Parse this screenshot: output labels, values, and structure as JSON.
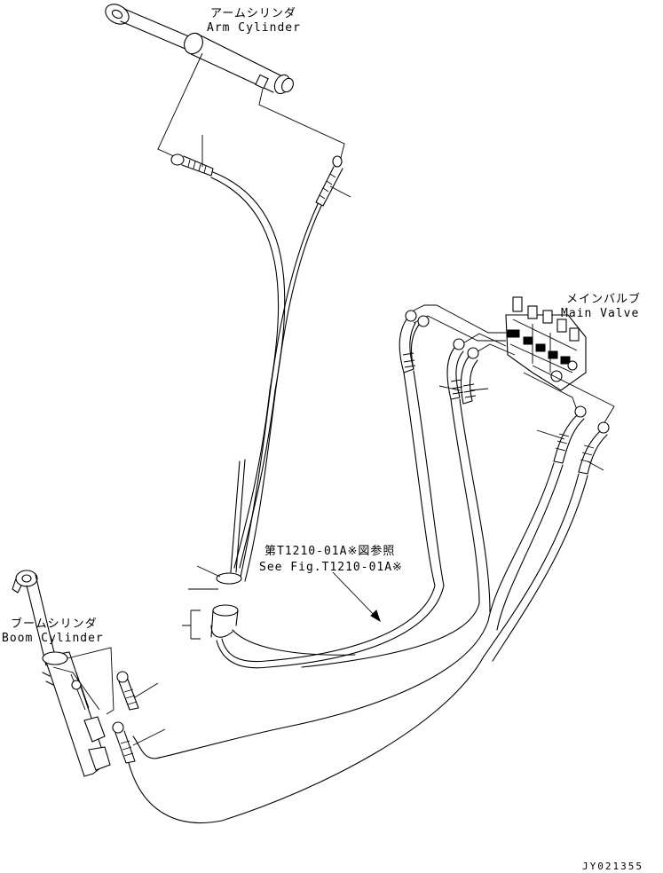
{
  "labels": {
    "arm_cylinder_jp": "アームシリンダ",
    "arm_cylinder_en": "Arm Cylinder",
    "main_valve_jp": "メインバルブ",
    "main_valve_en": "Main Valve",
    "boom_cylinder_jp": "ブームシリンダ",
    "boom_cylinder_en": "Boom Cylinder",
    "reference_jp": "第T1210-01A※図参照",
    "reference_en": "See Fig.T1210-01A※",
    "drawing_number": "JY021355"
  }
}
